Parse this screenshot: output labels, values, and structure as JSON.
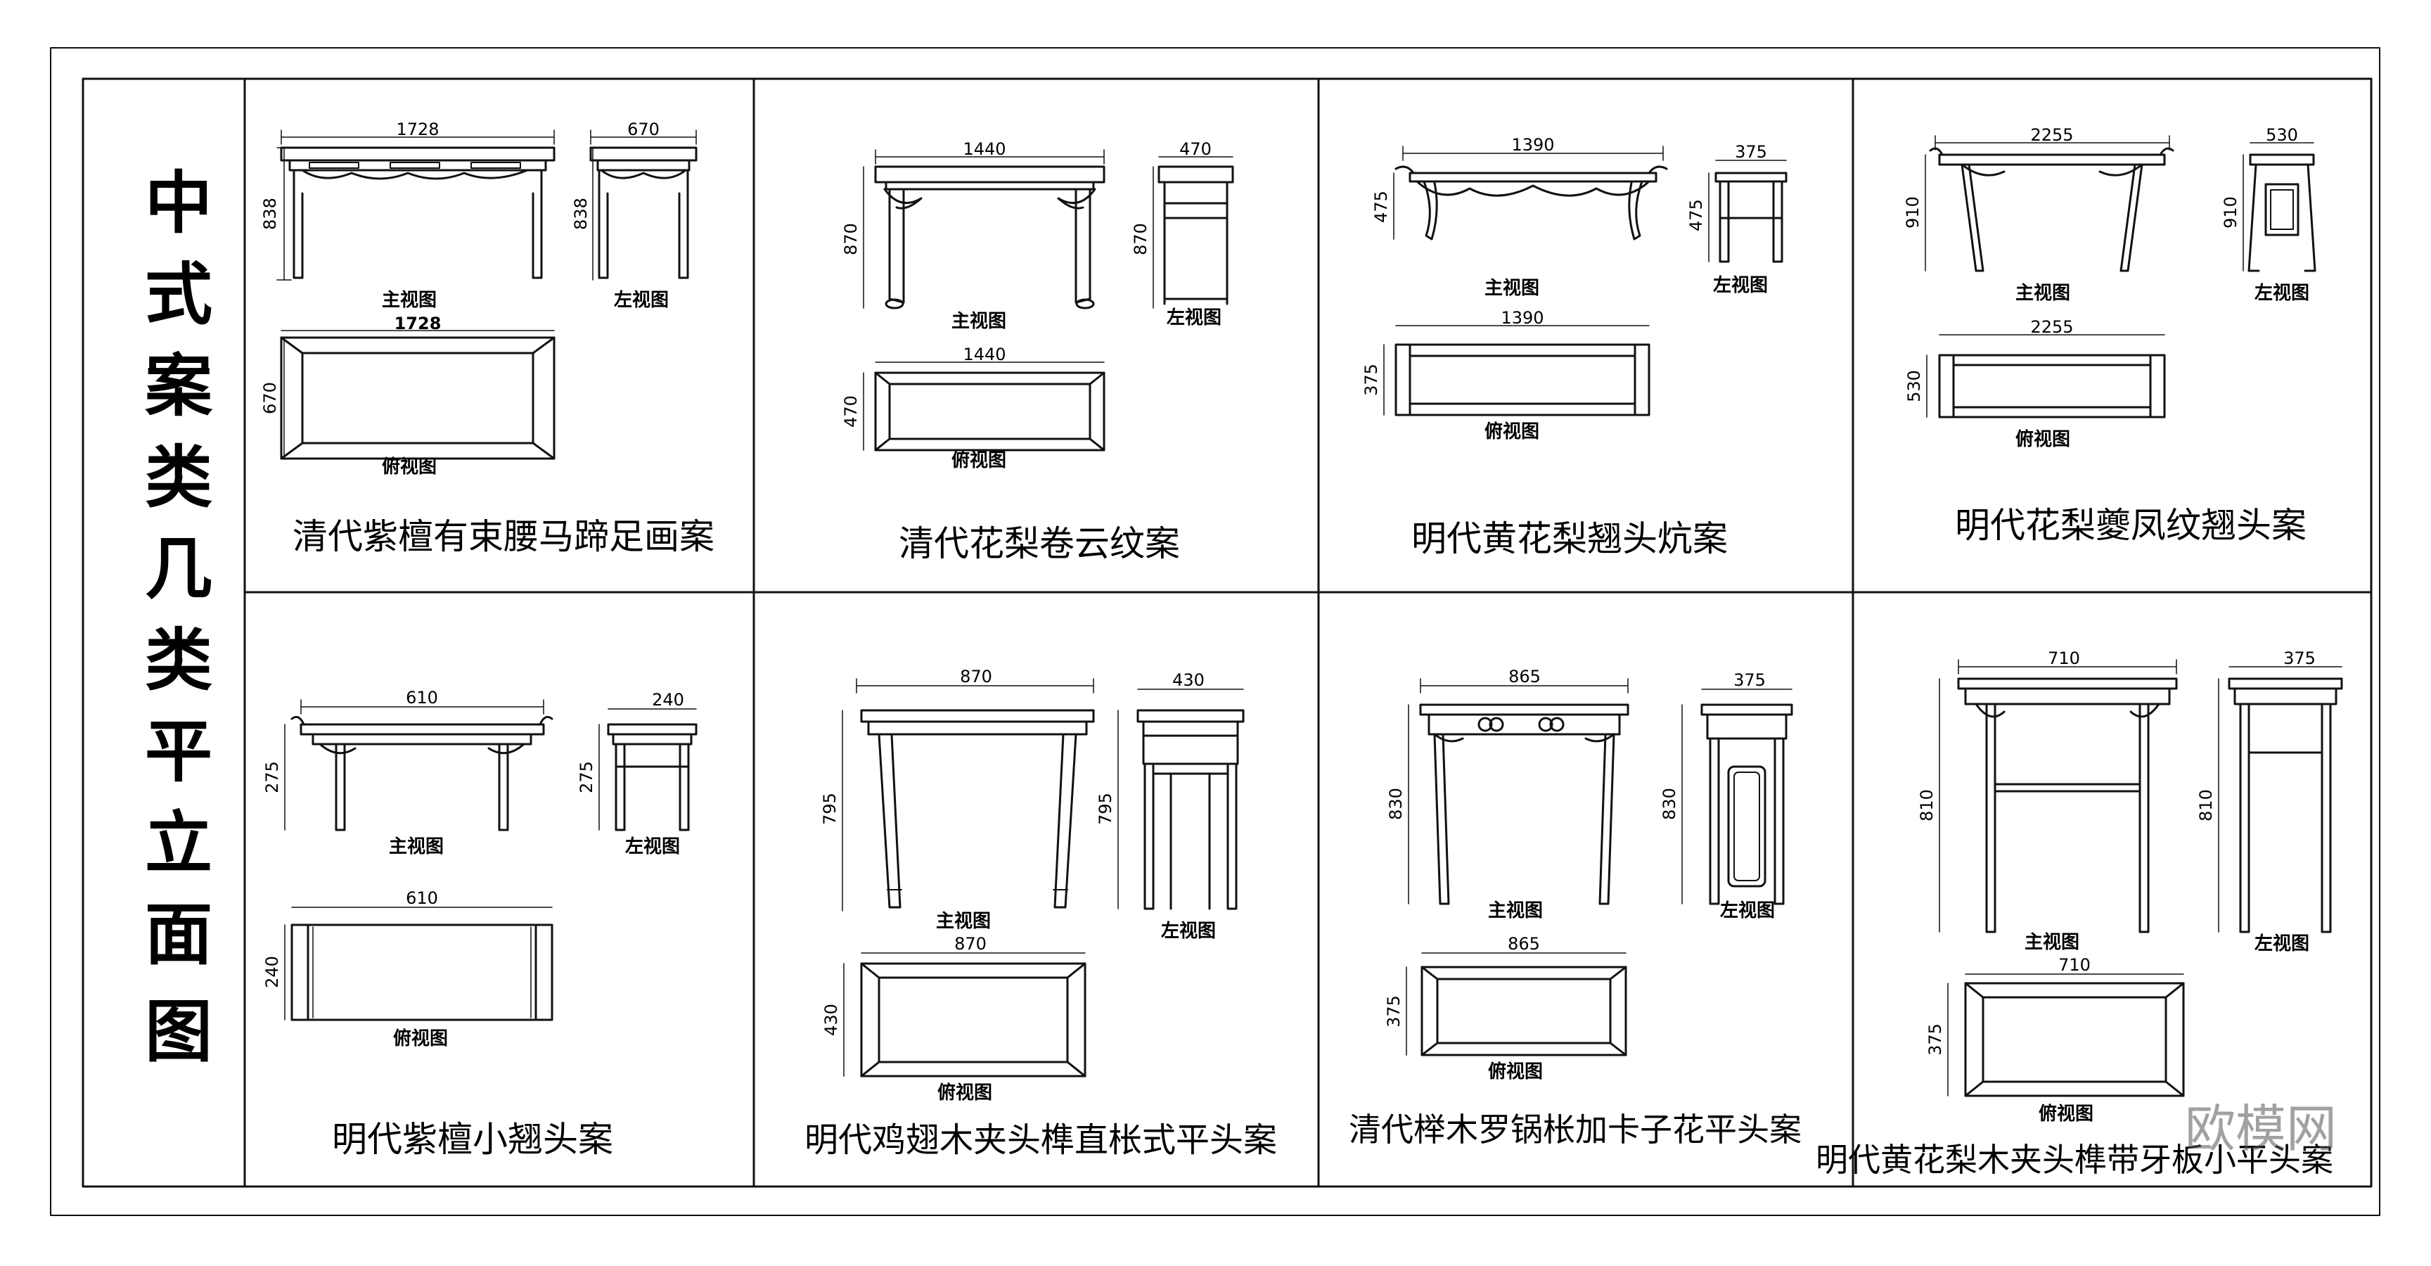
{
  "title_chars": [
    "中",
    "式",
    "案",
    "类",
    "几",
    "类",
    "平",
    "立",
    "面",
    "图"
  ],
  "watermark": "欧模网",
  "label_front": "主视图",
  "label_side": "左视图",
  "label_top": "俯视图",
  "panels": [
    {
      "name": "清代紫檀有束腰马蹄足画案",
      "dims": {
        "front_w": "1728",
        "front_h": "838",
        "side_w": "670",
        "side_h": "838",
        "top_w": "1728",
        "top_d": "670"
      }
    },
    {
      "name": "清代花梨卷云纹案",
      "dims": {
        "front_w": "1440",
        "front_h": "870",
        "side_w": "470",
        "side_h": "870",
        "top_w": "1440",
        "top_d": "470"
      }
    },
    {
      "name": "明代黄花梨翘头炕案",
      "dims": {
        "front_w": "1390",
        "front_h": "475",
        "side_w": "375",
        "side_h": "475",
        "top_w": "1390",
        "top_d": "375"
      }
    },
    {
      "name": "明代花梨夔凤纹翘头案",
      "dims": {
        "front_w": "2255",
        "front_h": "910",
        "side_w": "530",
        "side_h": "910",
        "top_w": "2255",
        "top_d": "530"
      }
    },
    {
      "name": "明代紫檀小翘头案",
      "dims": {
        "front_w": "610",
        "front_h": "275",
        "side_w": "240",
        "side_h": "275",
        "top_w": "610",
        "top_d": "240"
      }
    },
    {
      "name": "明代鸡翅木夹头榫直枨式平头案",
      "dims": {
        "front_w": "870",
        "front_h": "795",
        "side_w": "430",
        "side_h": "795",
        "top_w": "870",
        "top_d": "430"
      }
    },
    {
      "name": "清代榉木罗锅枨加卡子花平头案",
      "dims": {
        "front_w": "865",
        "front_h": "830",
        "side_w": "375",
        "side_h": "830",
        "top_w": "865",
        "top_d": "375"
      }
    },
    {
      "name": "明代黄花梨木夹头榫带牙板小平头案",
      "dims": {
        "front_w": "710",
        "front_h": "810",
        "side_w": "375",
        "side_h": "810",
        "top_w": "710",
        "top_d": "375"
      }
    }
  ]
}
